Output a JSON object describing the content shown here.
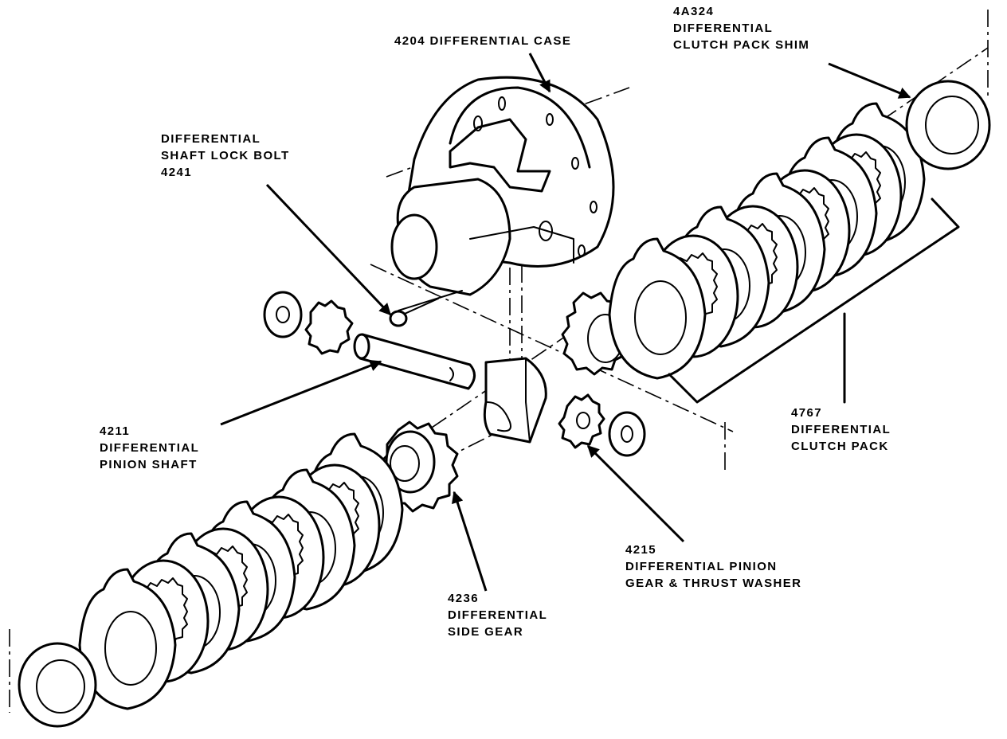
{
  "diagram": {
    "callouts": {
      "shim": [
        "4A324",
        "DIFFERENTIAL",
        "CLUTCH PACK SHIM"
      ],
      "case": [
        "4204 DIFFERENTIAL CASE"
      ],
      "lock_bolt": [
        "DIFFERENTIAL",
        "SHAFT LOCK BOLT",
        "4241"
      ],
      "pinion_shaft": [
        "4211",
        "DIFFERENTIAL",
        "PINION SHAFT"
      ],
      "clutch_pack": [
        "4767",
        "DIFFERENTIAL",
        "CLUTCH PACK"
      ],
      "pinion_gear": [
        "4215",
        "DIFFERENTIAL PINION",
        "GEAR & THRUST WASHER"
      ],
      "side_gear": [
        "4236",
        "DIFFERENTIAL",
        "SIDE GEAR"
      ]
    }
  }
}
